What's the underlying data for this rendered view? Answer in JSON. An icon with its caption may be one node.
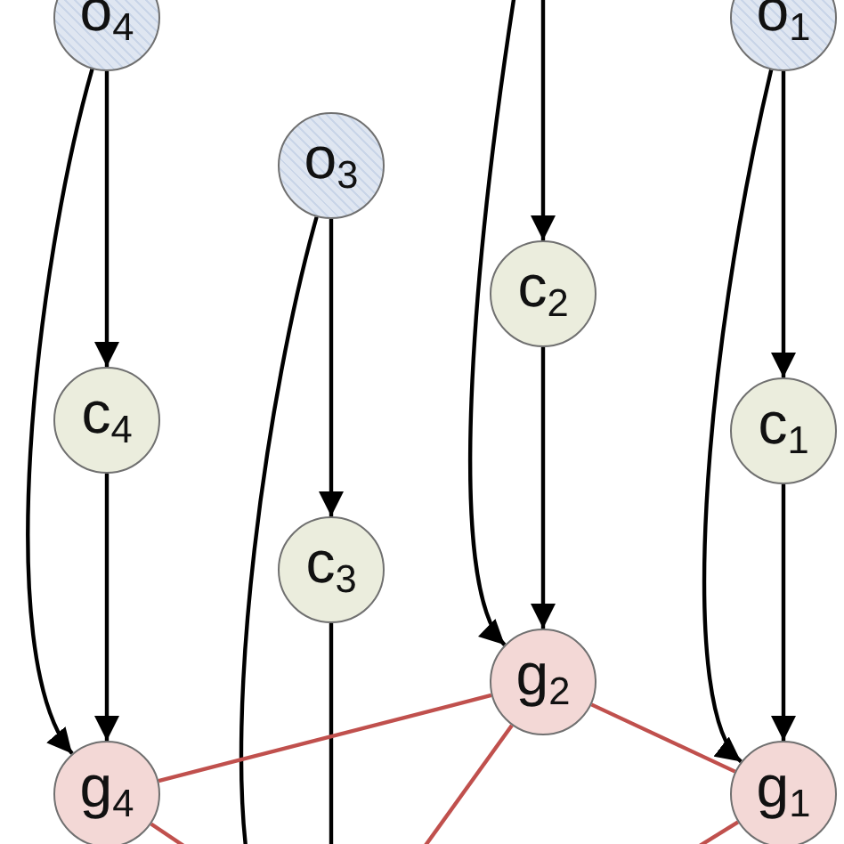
{
  "diagram": {
    "nodes": [
      {
        "text": [
          "o$_{4}$"
        ]
      },
      {
        "text": [
          "o$_{1}$"
        ]
      },
      {
        "text": [
          "o$_{3}$"
        ]
      },
      {
        "text": [
          "c$_{2}$"
        ]
      },
      {
        "text": [
          "c$_{4}$"
        ]
      },
      {
        "text": [
          "c$_{1}$"
        ]
      },
      {
        "text": [
          "c$_{3}$"
        ]
      },
      {
        "text": [
          "g$_{2}$"
        ]
      },
      {
        "text": [
          "g$_{4}$"
        ]
      },
      {
        "text": [
          "g$_{1}$"
        ]
      }
    ],
    "edges": [
      {
        "from": 0,
        "to": 4,
        "arrow": "to"
      },
      {
        "from": 0,
        "to": 8,
        "arrow": "to"
      },
      {
        "from": 2,
        "to": 6,
        "arrow": "to"
      },
      {
        "from": 6,
        "to": null,
        "arrow": "none"
      },
      {
        "from": 2,
        "to": null,
        "arrow": "none"
      },
      {
        "from": null,
        "to": 3,
        "arrow": "to"
      },
      {
        "from": null,
        "to": 7,
        "arrow": "to"
      },
      {
        "from": 3,
        "to": 7,
        "arrow": "to"
      },
      {
        "from": 1,
        "to": 5,
        "arrow": "to"
      },
      {
        "from": 1,
        "to": 9,
        "arrow": "to"
      },
      {
        "from": 5,
        "to": 9,
        "arrow": "to"
      },
      {
        "from": 4,
        "to": 8,
        "arrow": "to"
      },
      {
        "from": 8,
        "to": 7,
        "arrow": "none",
        "color": "#c0504d"
      },
      {
        "from": 7,
        "to": 9,
        "arrow": "none",
        "color": "#c0504d"
      },
      {
        "from": 7,
        "to": null,
        "arrow": "none",
        "color": "#c0504d"
      },
      {
        "from": 9,
        "to": null,
        "arrow": "none",
        "color": "#c0504d"
      },
      {
        "from": 8,
        "to": null,
        "arrow": "none",
        "color": "#c0504d"
      }
    ]
  }
}
